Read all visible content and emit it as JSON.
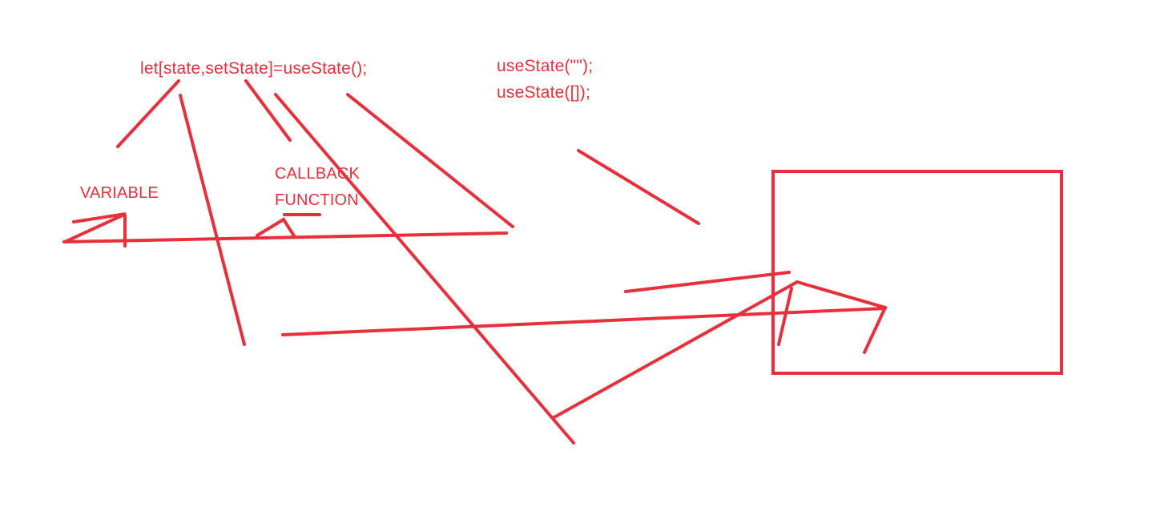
{
  "code_line": "let[state,setState]=useState();",
  "usestate_examples": [
    "useState(\"\");",
    "useState([]);"
  ],
  "variable_label": "VARIABLE",
  "callback_label": [
    "CALLBACK",
    "FUNCTION"
  ],
  "ink_color": "#e8303c"
}
